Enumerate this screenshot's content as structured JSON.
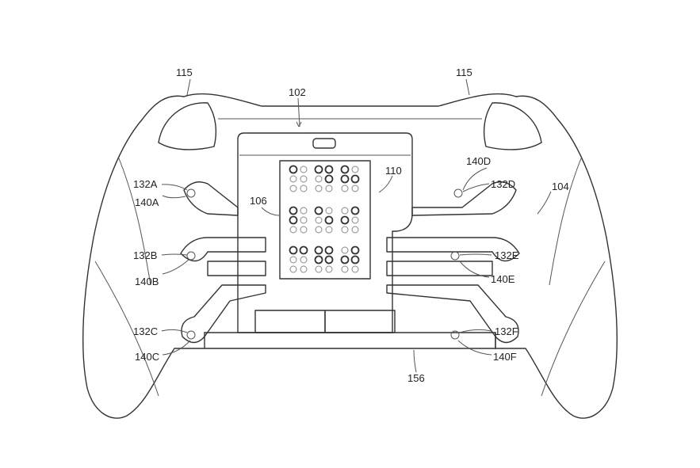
{
  "labels": {
    "trigger_left": "115",
    "trigger_right": "115",
    "module": "102",
    "braille_display": "110",
    "braille_panel": "106",
    "controller": "104",
    "paddle_a": "132A",
    "paddle_b": "132B",
    "paddle_c": "132C",
    "paddle_d": "132D",
    "paddle_e": "132E",
    "paddle_f": "132F",
    "pivot_a": "140A",
    "pivot_b": "140B",
    "pivot_c": "140C",
    "pivot_d": "140D",
    "pivot_e": "140E",
    "pivot_f": "140F",
    "base": "156"
  },
  "braille_cells": [
    [
      [
        1
      ],
      [
        1,
        4,
        5
      ],
      [
        1,
        2,
        5
      ]
    ],
    [
      [
        1,
        2
      ],
      [
        1,
        5
      ],
      [
        2,
        4
      ]
    ],
    [
      [
        1,
        4
      ],
      [
        1,
        2,
        4,
        5
      ],
      [
        2,
        4,
        5
      ]
    ]
  ]
}
